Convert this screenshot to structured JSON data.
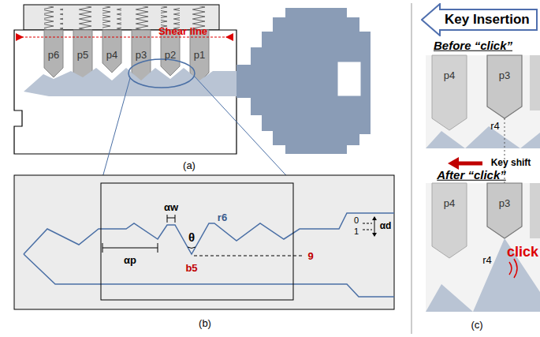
{
  "diagram": {
    "nodes": [
      {
        "text": [
          "Key Insertion"
        ]
      }
    ],
    "labels": [
      "Shear line",
      "p6",
      "p5",
      "p4",
      "p3",
      "p2",
      "p1",
      "(a)",
      "αw",
      "θ",
      "r6",
      "αp",
      "b5",
      "0",
      "1",
      "9",
      "αd",
      "(b)",
      "Before “click”",
      "p4",
      "p3",
      "r4",
      "Key shift",
      "After “click”",
      "p4",
      "p3",
      "r4",
      "click",
      "(c)"
    ]
  }
}
